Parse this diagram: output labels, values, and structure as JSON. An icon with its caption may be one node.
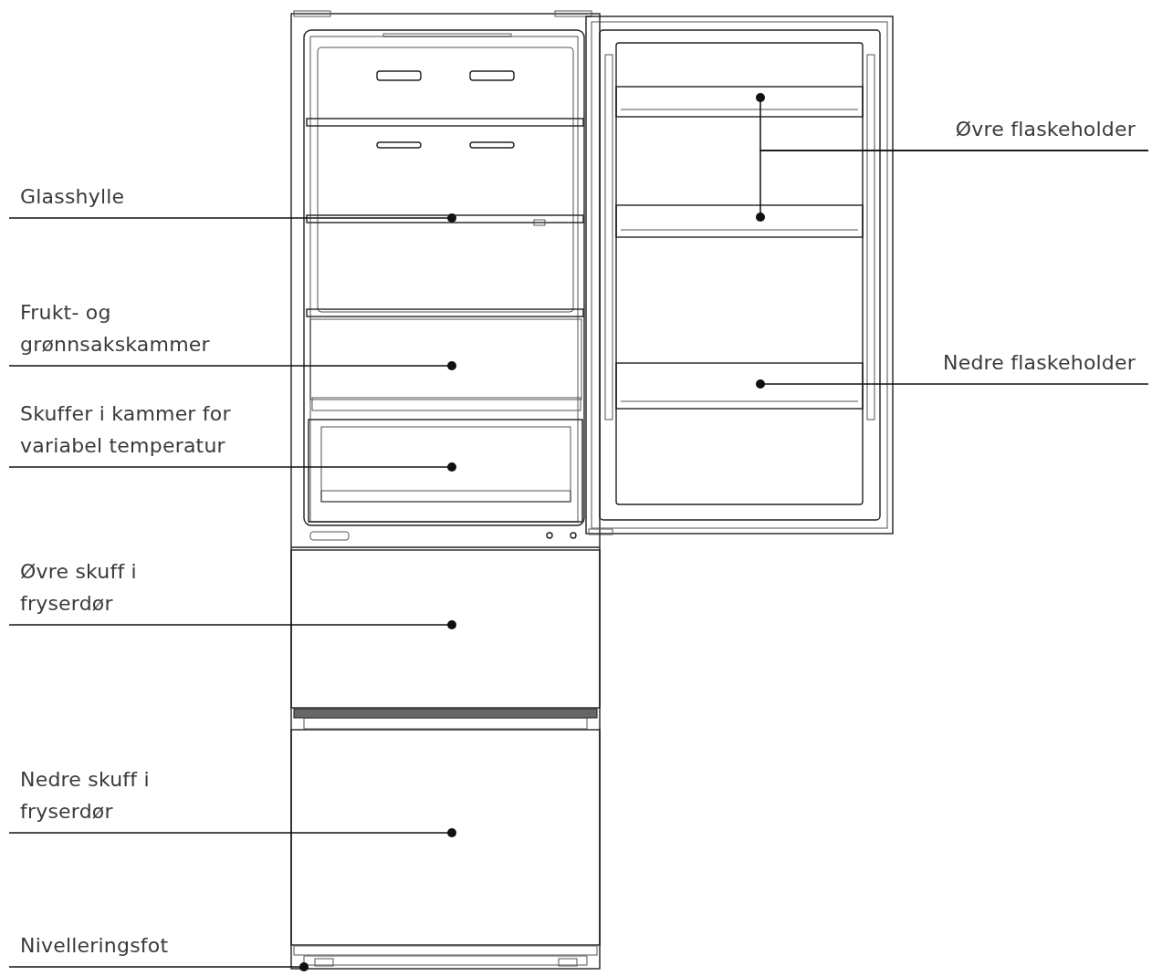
{
  "diagram": {
    "nodes": [
      {
        "text": [
          "Glasshylle"
        ]
      },
      {
        "text": [
          "Frukt- og grønnsakskammer"
        ]
      },
      {
        "text": [
          "Skuffer i kammer for variabel temperatur"
        ]
      },
      {
        "text": [
          "Øvre skuff i fryserdør"
        ]
      },
      {
        "text": [
          "Nedre skuff i fryserdør"
        ]
      },
      {
        "text": [
          "Nivelleringsfot"
        ]
      },
      {
        "text": [
          "Øvre flaskeholder"
        ]
      },
      {
        "text": [
          "Nedre flaskeholder"
        ]
      }
    ],
    "edges": [
      {
        "from": 0,
        "to": null,
        "arrow": "other"
      },
      {
        "from": 1,
        "to": null,
        "arrow": "other"
      },
      {
        "from": 2,
        "to": null,
        "arrow": "other"
      },
      {
        "from": 3,
        "to": null,
        "arrow": "other"
      },
      {
        "from": 4,
        "to": null,
        "arrow": "other"
      },
      {
        "from": 5,
        "to": null,
        "arrow": "other"
      },
      {
        "from": 6,
        "to": null,
        "arrow": "other"
      },
      {
        "from": 6,
        "to": null,
        "arrow": "other"
      },
      {
        "from": 7,
        "to": null,
        "arrow": "other"
      }
    ]
  }
}
